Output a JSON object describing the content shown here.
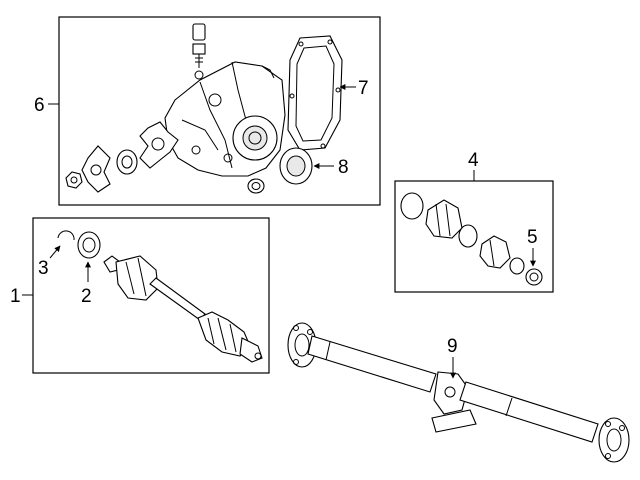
{
  "callouts": {
    "1": "1",
    "2": "2",
    "3": "3",
    "4": "4",
    "5": "5",
    "6": "6",
    "7": "7",
    "8": "8",
    "9": "9"
  }
}
